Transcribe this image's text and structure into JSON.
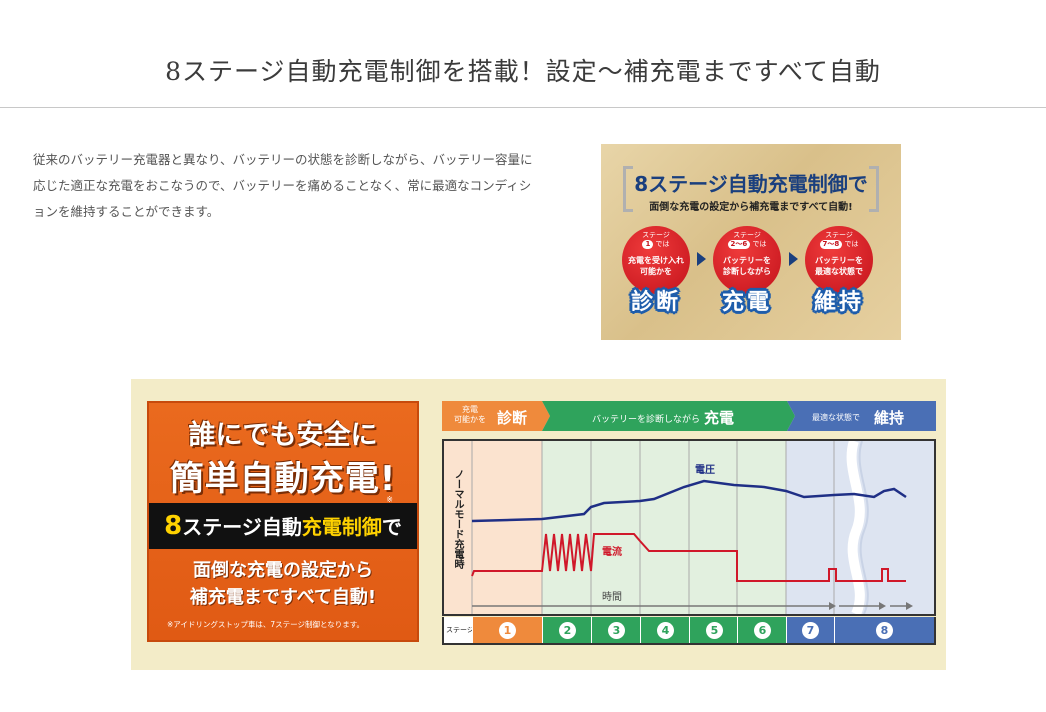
{
  "heading": "8ステージ自動充電制御を搭載！設定～補充電まですべて自動",
  "intro": {
    "line1": "従来のバッテリー充電器と異なり、バッテリーの状態を診断しながら、バッテリー容量に",
    "line2": "応じた適正な充電をおこなうので、バッテリーを痛めることなく、常に最適なコンディシ",
    "line3": "ョンを維持することができます。"
  },
  "banner1": {
    "title": "8ステージ自動充電制御で",
    "subtitle": "面倒な充電の設定から補充電まですべて自動!",
    "steps": [
      {
        "stage_label": "ステージ",
        "stage_range": "1",
        "stage_suffix": "では",
        "line1": "充電を受け入れ",
        "line2": "可能かを",
        "big": "診断"
      },
      {
        "stage_label": "ステージ",
        "stage_range": "2〜6",
        "stage_suffix": "では",
        "line1": "バッテリーを",
        "line2": "診断しながら",
        "big": "充電"
      },
      {
        "stage_label": "ステージ",
        "stage_range": "7〜8",
        "stage_suffix": "では",
        "line1": "バッテリーを",
        "line2": "最適な状態で",
        "big": "維持"
      }
    ]
  },
  "banner2": {
    "title1": "誰にでも安全に",
    "title2": "簡単自動充電!",
    "black_eight": "8",
    "black_mid": "ステージ自動",
    "black_yellow": "充電制御",
    "black_end": "で",
    "mark": "※",
    "body1": "面倒な充電の設定から",
    "body2": "補充電まですべて自動!",
    "note": "※アイドリングストップ車は、7ステージ制御となります。"
  },
  "chart": {
    "headers": [
      {
        "small1": "充電",
        "small2": "可能かを",
        "big": "診断",
        "color": "#ef8a3c"
      },
      {
        "small1": "バッテリーを診断しながら",
        "big": "充電",
        "color": "#2fa35c"
      },
      {
        "small1": "最適な状態で",
        "big": "維持",
        "color": "#4a6fb5"
      }
    ],
    "y_title": "ノーマルモード充電時",
    "voltage_label": "電圧",
    "current_label": "電流",
    "time_label": "時間",
    "stage_axis_label": "ステージ",
    "stages": [
      "1",
      "2",
      "3",
      "4",
      "5",
      "6",
      "7",
      "8"
    ],
    "colors": {
      "voltage": "#1f2f86",
      "current": "#d0182a",
      "stage1": "#ef8a3c",
      "stage_green": "#2fa35c",
      "stage_blue": "#4a6fb5"
    }
  }
}
